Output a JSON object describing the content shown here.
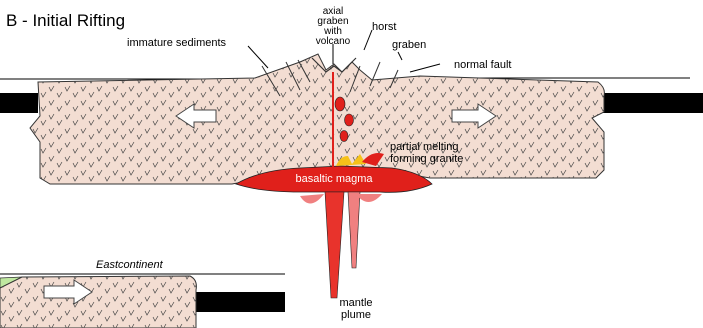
{
  "title": "B - Initial Rifting",
  "labels": {
    "axial_graben": [
      "axial",
      "graben",
      "with",
      "volcano"
    ],
    "horst": "horst",
    "graben": "graben",
    "immature_sediments": "immature sediments",
    "normal_fault": "normal fault",
    "partial_melting": [
      "partial melting",
      "forming granite"
    ],
    "basaltic_magma": "basaltic magma",
    "eastcontinent": "Eastcontinent",
    "mantle_plume": [
      "mantle",
      "plume"
    ]
  },
  "colors": {
    "crust_fill": "#f3ddd2",
    "magma_red": "#e0201b",
    "plume_red": "#e8332c",
    "plume_pink": "#f08080",
    "granite_yellow": "#f6c21a",
    "sediment_green": "#bfe8a0",
    "lithosphere_black": "#000000",
    "outline": "#333333"
  }
}
